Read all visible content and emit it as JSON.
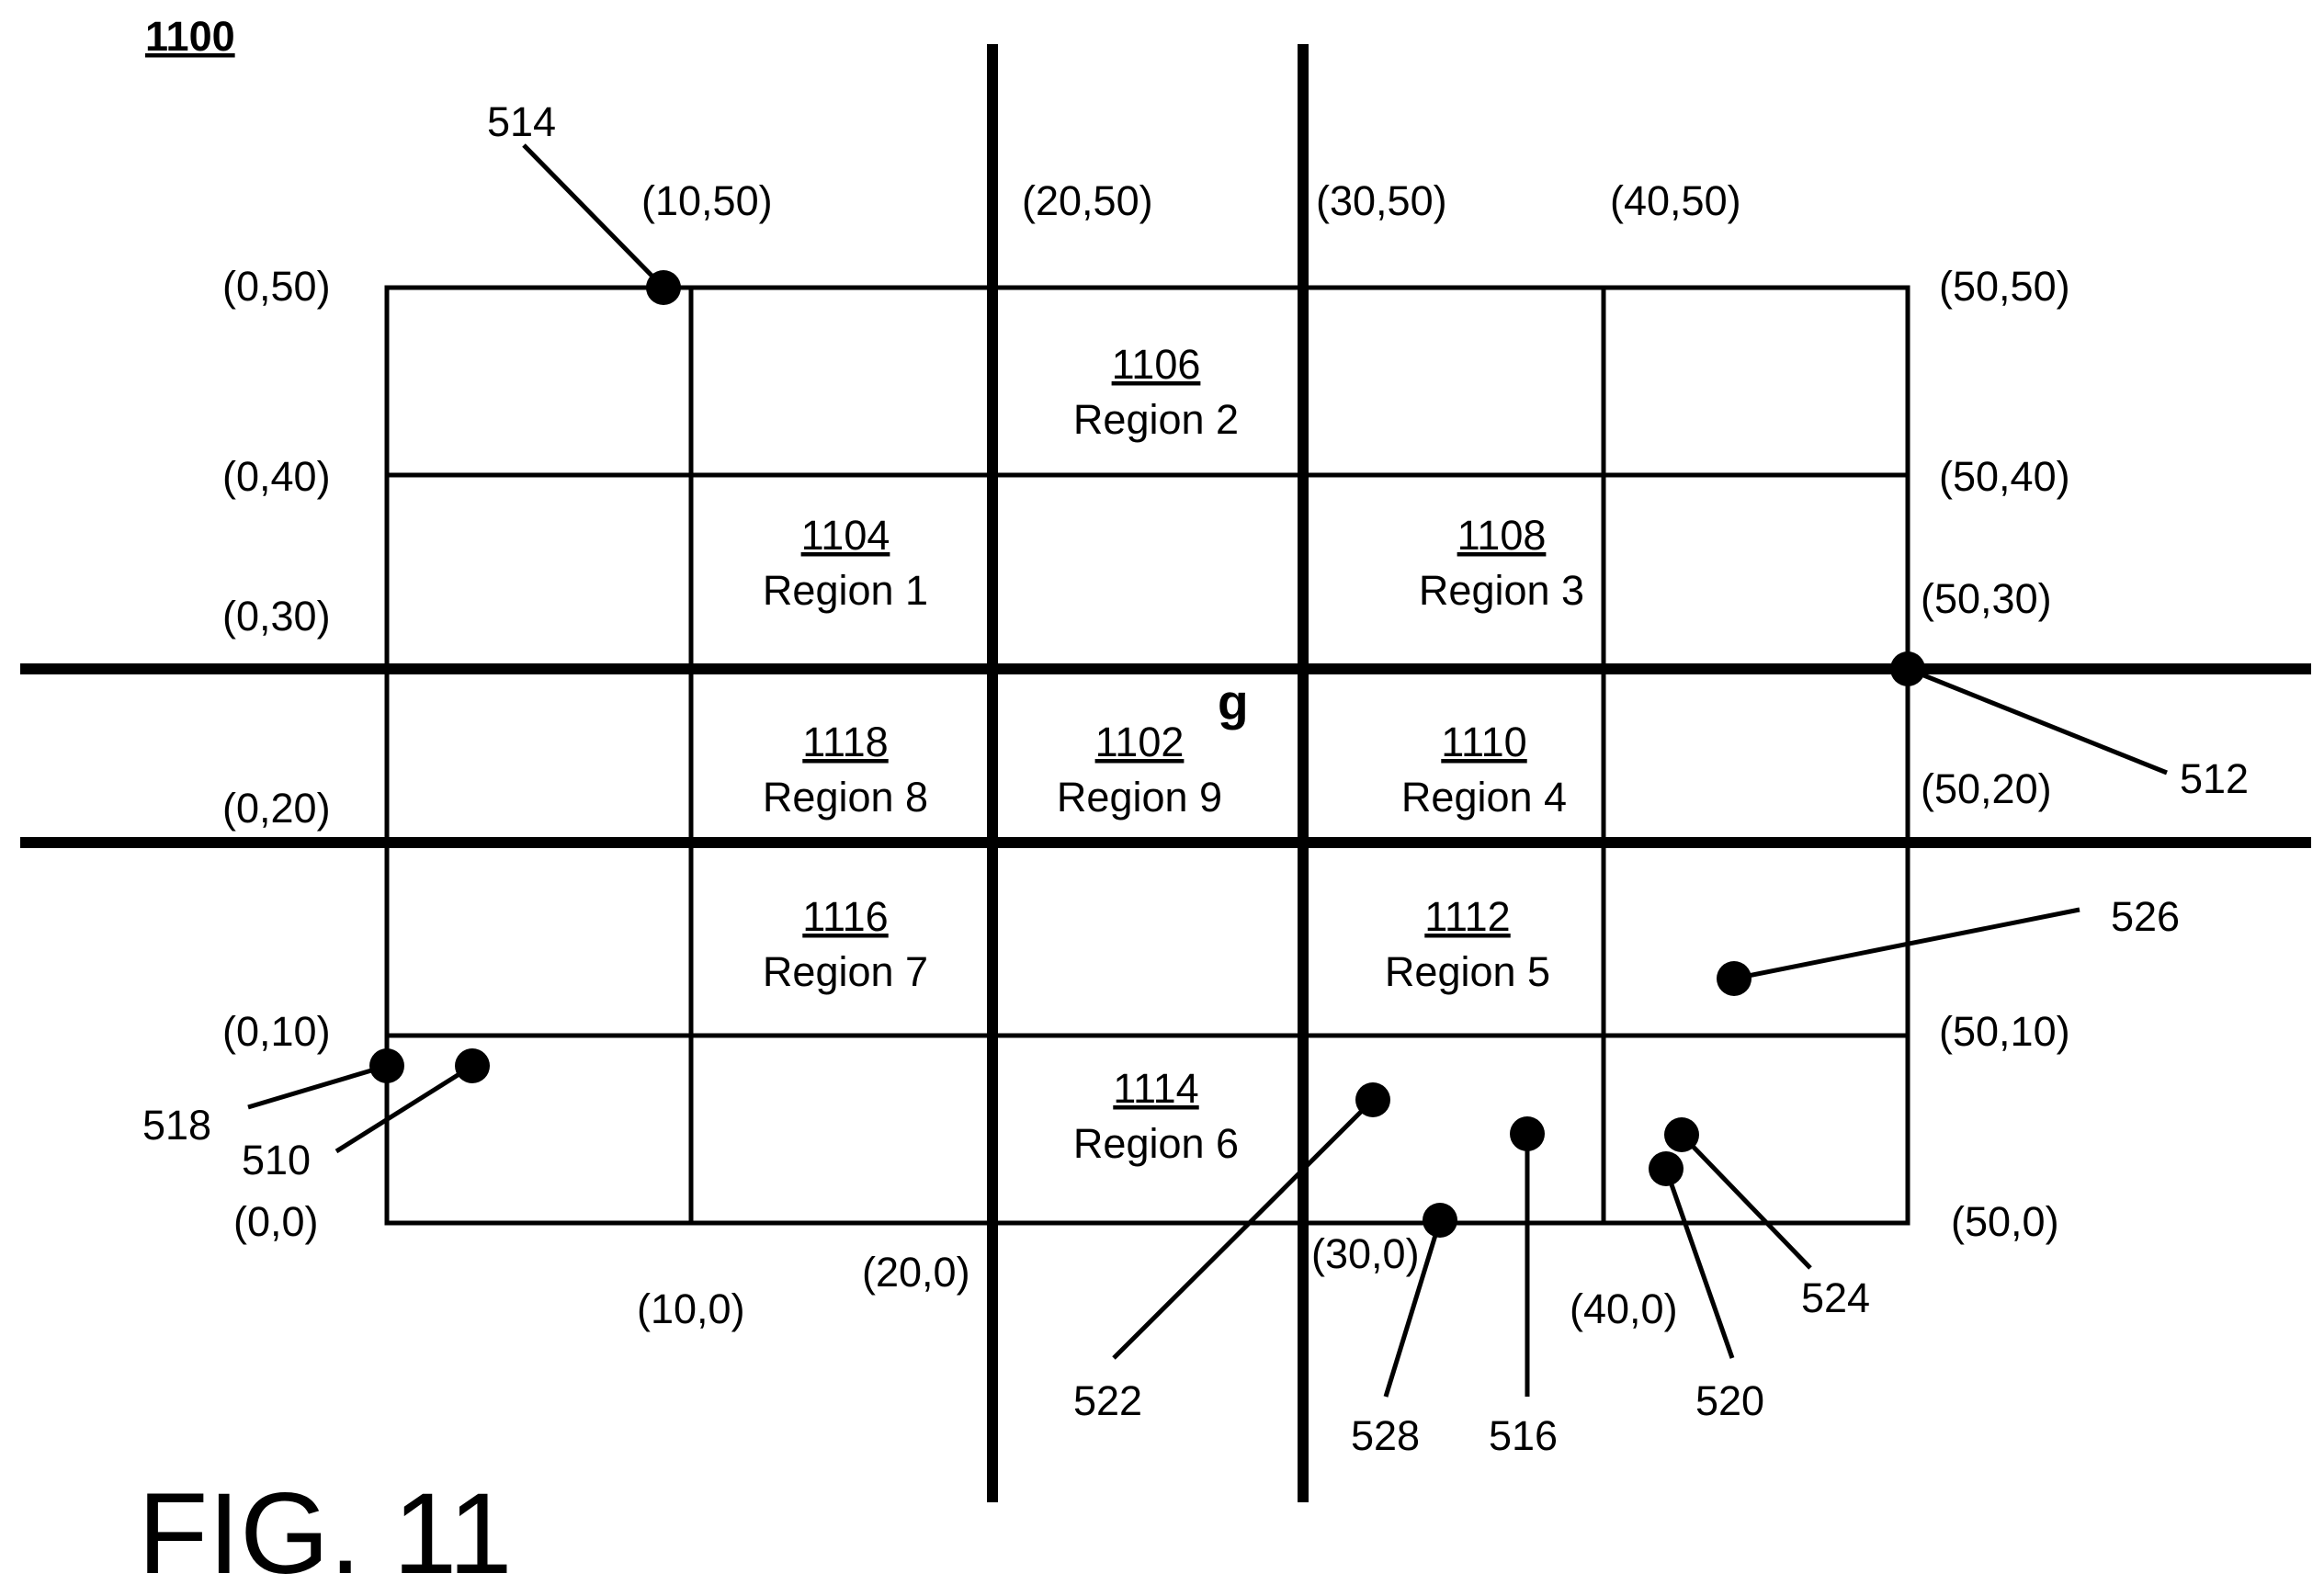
{
  "figure": {
    "title": "1100",
    "caption": "FIG. 11",
    "center_label": "g"
  },
  "coordinates": [
    {
      "id": "c-0-50",
      "text": "(0,50)"
    },
    {
      "id": "c-10-50",
      "text": "(10,50)"
    },
    {
      "id": "c-20-50",
      "text": "(20,50)"
    },
    {
      "id": "c-30-50",
      "text": "(30,50)"
    },
    {
      "id": "c-40-50",
      "text": "(40,50)"
    },
    {
      "id": "c-50-50",
      "text": "(50,50)"
    },
    {
      "id": "c-0-40",
      "text": "(0,40)"
    },
    {
      "id": "c-50-40",
      "text": "(50,40)"
    },
    {
      "id": "c-0-30",
      "text": "(0,30)"
    },
    {
      "id": "c-50-30",
      "text": "(50,30)"
    },
    {
      "id": "c-0-20",
      "text": "(0,20)"
    },
    {
      "id": "c-50-20",
      "text": "(50,20)"
    },
    {
      "id": "c-0-10",
      "text": "(0,10)"
    },
    {
      "id": "c-50-10",
      "text": "(50,10)"
    },
    {
      "id": "c-0-0",
      "text": "(0,0)"
    },
    {
      "id": "c-50-0",
      "text": "(50,0)"
    },
    {
      "id": "c-10-0",
      "text": "(10,0)"
    },
    {
      "id": "c-20-0",
      "text": "(20,0)"
    },
    {
      "id": "c-30-0",
      "text": "(30,0)"
    },
    {
      "id": "c-40-0",
      "text": "(40,0)"
    }
  ],
  "regions": [
    {
      "id": "r-1106",
      "ref": "1106",
      "name": "Region 2"
    },
    {
      "id": "r-1104",
      "ref": "1104",
      "name": "Region 1"
    },
    {
      "id": "r-1108",
      "ref": "1108",
      "name": "Region 3"
    },
    {
      "id": "r-1118",
      "ref": "1118",
      "name": "Region 8"
    },
    {
      "id": "r-1102",
      "ref": "1102",
      "name": "Region 9"
    },
    {
      "id": "r-1110",
      "ref": "1110",
      "name": "Region 4"
    },
    {
      "id": "r-1116",
      "ref": "1116",
      "name": "Region 7"
    },
    {
      "id": "r-1112",
      "ref": "1112",
      "name": "Region 5"
    },
    {
      "id": "r-1114",
      "ref": "1114",
      "name": "Region 6"
    }
  ],
  "points": [
    {
      "id": "p-514",
      "label": "514"
    },
    {
      "id": "p-512",
      "label": "512"
    },
    {
      "id": "p-526",
      "label": "526"
    },
    {
      "id": "p-518",
      "label": "518"
    },
    {
      "id": "p-510",
      "label": "510"
    },
    {
      "id": "p-522",
      "label": "522"
    },
    {
      "id": "p-528",
      "label": "528"
    },
    {
      "id": "p-516",
      "label": "516"
    },
    {
      "id": "p-520",
      "label": "520"
    },
    {
      "id": "p-524",
      "label": "524"
    }
  ]
}
